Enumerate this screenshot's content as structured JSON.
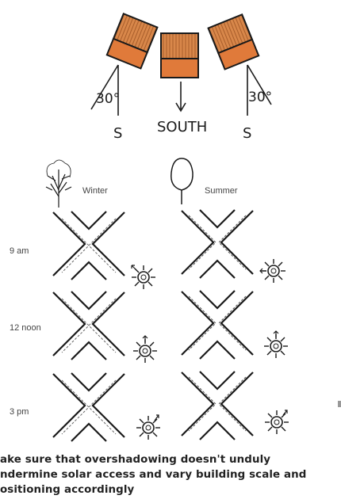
{
  "compass": {
    "left_angle": "30°",
    "left_dir": "S",
    "center_dir": "SOUTH",
    "right_angle": "30°",
    "right_dir": "S"
  },
  "seasons": {
    "winter": "Winter",
    "summer": "Summer"
  },
  "times": [
    "9 am",
    "12 noon",
    "3 pm"
  ],
  "caption": {
    "line1": "ake sure that overshadowing doesn't unduly",
    "line2": "ndermine solar access and vary building scale and",
    "line3": "ositioning accordingly"
  },
  "colors": {
    "roof": "#d8874a",
    "roof_dark": "#a85d2a",
    "ink": "#1a1a1a"
  }
}
